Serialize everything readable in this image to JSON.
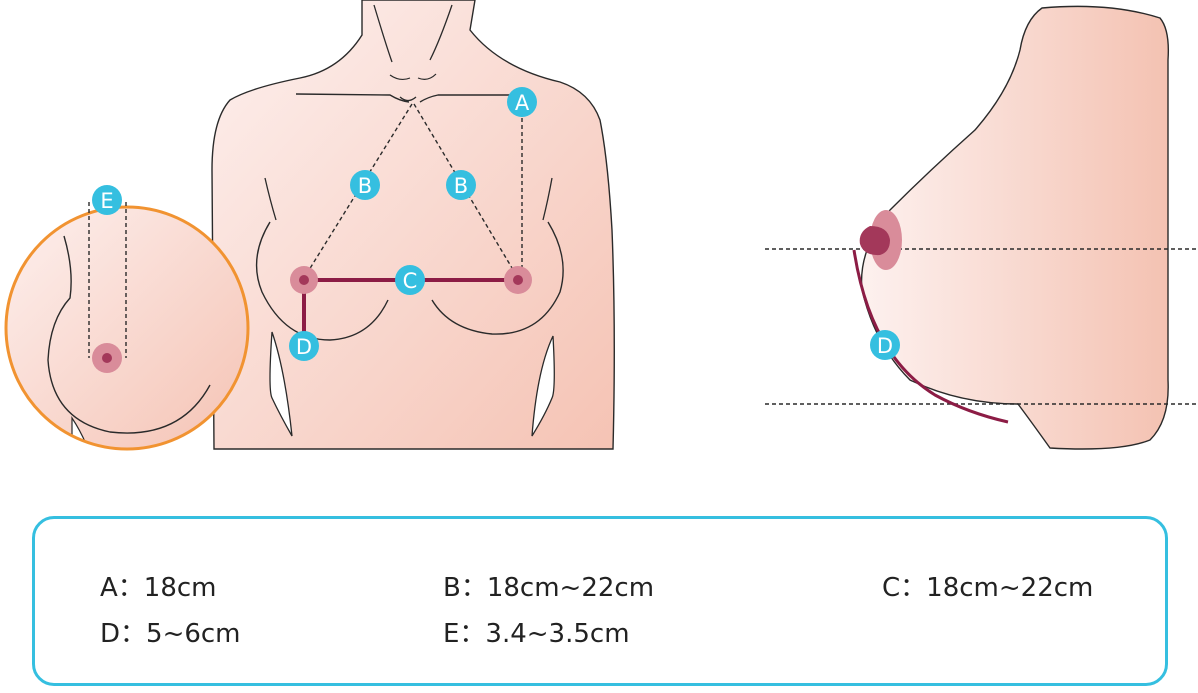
{
  "colors": {
    "skin_light": "#fbe7e3",
    "skin_dark": "#f5c7b8",
    "outline": "#2a2a2a",
    "marker_fill": "#35bfe0",
    "measure_line": "#8c1c45",
    "areola": "#d98c9a",
    "nipple": "#a3385a",
    "zoom_border": "#f19331",
    "legend_border": "#35bfe0"
  },
  "markers": {
    "a": "A",
    "b_left": "B",
    "b_right": "B",
    "c": "C",
    "d_front": "D",
    "e": "E",
    "d_side": "D"
  },
  "legend": {
    "a": "A：18cm",
    "b": "B：18cm~22cm",
    "c": "C：18cm~22cm",
    "d": "D：5~6cm",
    "e": "E：3.4~3.5cm"
  }
}
